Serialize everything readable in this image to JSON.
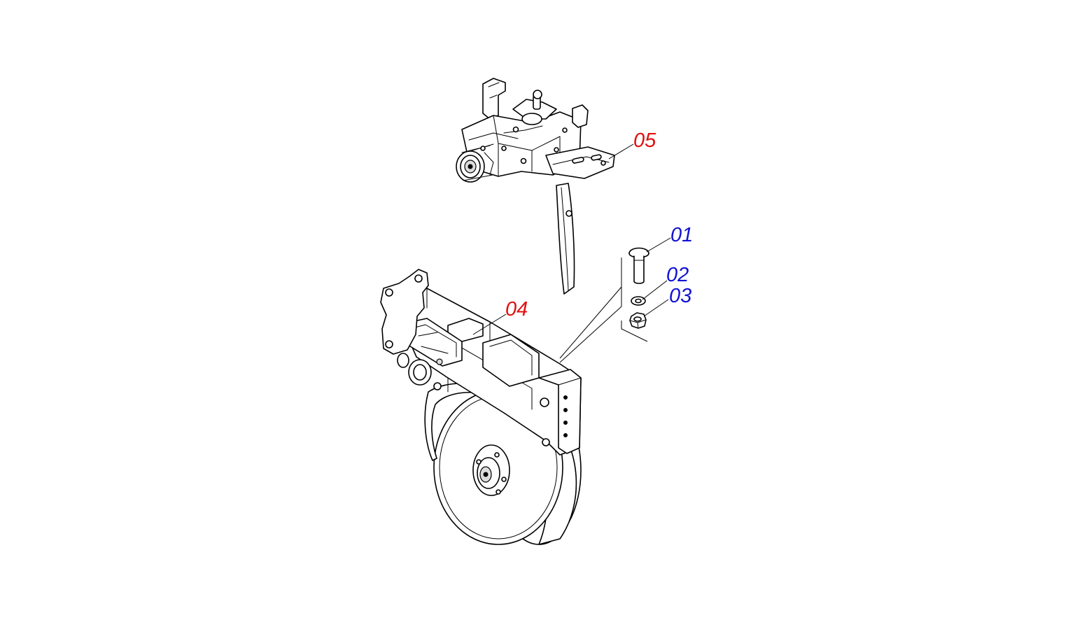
{
  "diagram": {
    "type": "exploded-parts-diagram",
    "callouts": [
      {
        "id": "01",
        "label": "01",
        "color": "#1212d4"
      },
      {
        "id": "02",
        "label": "02",
        "color": "#1212d4"
      },
      {
        "id": "03",
        "label": "03",
        "color": "#1212d4"
      },
      {
        "id": "04",
        "label": "04",
        "color": "#e01010"
      },
      {
        "id": "05",
        "label": "05",
        "color": "#e01010"
      }
    ],
    "parts": [
      {
        "callout": "01",
        "icon": "carriage-bolt-icon"
      },
      {
        "callout": "02",
        "icon": "washer-icon"
      },
      {
        "callout": "03",
        "icon": "hex-nut-icon"
      },
      {
        "callout": "04",
        "icon": "gauge-wheel-frame-icon"
      },
      {
        "callout": "05",
        "icon": "opener-assembly-icon"
      }
    ]
  }
}
